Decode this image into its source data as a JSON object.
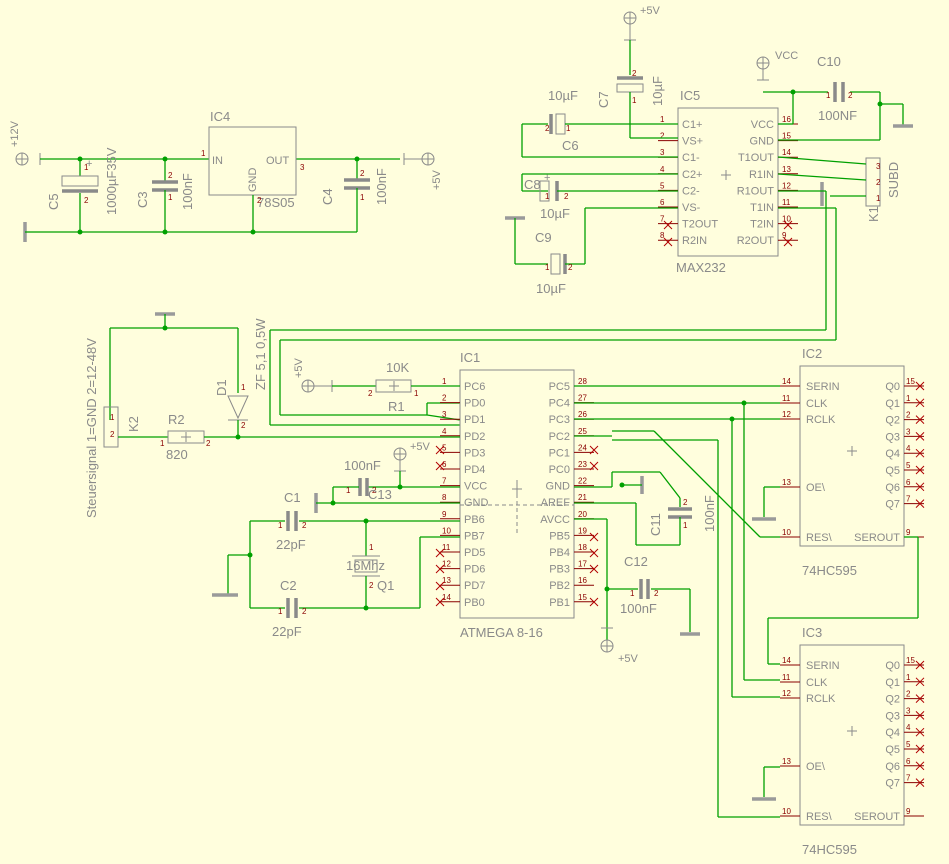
{
  "parts": {
    "ic1": {
      "name": "IC1",
      "value": "ATMEGA 8-16"
    },
    "ic2": {
      "name": "IC2",
      "value": "74HC595"
    },
    "ic3": {
      "name": "IC3",
      "value": "74HC595"
    },
    "ic4": {
      "name": "IC4",
      "value": "78S05"
    },
    "ic5": {
      "name": "IC5",
      "value": "MAX232"
    },
    "c1": {
      "name": "C1",
      "value": "22pF"
    },
    "c2": {
      "name": "C2",
      "value": "22pF"
    },
    "c3": {
      "name": "C3",
      "value": "100nF"
    },
    "c4": {
      "name": "C4",
      "value": "100nF"
    },
    "c5": {
      "name": "C5",
      "value": "1000µF35V"
    },
    "c6": {
      "name": "C6",
      "value": "10µF"
    },
    "c7": {
      "name": "C7",
      "value": "10µF"
    },
    "c8": {
      "name": "C8",
      "value": "10µF"
    },
    "c9": {
      "name": "C9",
      "value": "10µF"
    },
    "c10": {
      "name": "C10",
      "value": "100NF"
    },
    "c11": {
      "name": "C11",
      "value": "100nF"
    },
    "c12": {
      "name": "C12",
      "value": "100nF"
    },
    "c13": {
      "name": "C13",
      "value": "100nF"
    },
    "r1": {
      "name": "R1",
      "value": "10K"
    },
    "r2": {
      "name": "R2",
      "value": "820"
    },
    "d1": {
      "name": "D1",
      "value": "ZF 5,1 0,5W"
    },
    "q1": {
      "name": "Q1",
      "value": "16Mhz"
    },
    "k1": {
      "name": "K1",
      "value": "SUBD"
    },
    "k2": {
      "name": "K2",
      "value": "Steuersignal 1=GND 2=12-48V"
    }
  },
  "supplies": {
    "p12v": "+12V",
    "p5v": "+5V",
    "vcc": "VCC"
  },
  "pins": {
    "ic4": {
      "in": "IN",
      "out": "OUT",
      "gnd": "GND"
    },
    "ic1_left": [
      "PC6",
      "PD0",
      "PD1",
      "PD2",
      "PD3",
      "PD4",
      "VCC",
      "GND",
      "PB6",
      "PB7",
      "PD5",
      "PD6",
      "PD7",
      "PB0"
    ],
    "ic1_left_nums": [
      "1",
      "2",
      "3",
      "4",
      "5",
      "6",
      "7",
      "8",
      "9",
      "10",
      "11",
      "12",
      "13",
      "14"
    ],
    "ic1_right": [
      "PC5",
      "PC4",
      "PC3",
      "PC2",
      "PC1",
      "PC0",
      "GND",
      "AREF",
      "AVCC",
      "PB5",
      "PB4",
      "PB3",
      "PB2",
      "PB1"
    ],
    "ic1_right_nums": [
      "28",
      "27",
      "26",
      "25",
      "24",
      "23",
      "22",
      "21",
      "20",
      "19",
      "18",
      "17",
      "16",
      "15"
    ],
    "ic5_left": [
      "C1+",
      "VS+",
      "C1-",
      "C2+",
      "C2-",
      "VS-",
      "T2OUT",
      "R2IN"
    ],
    "ic5_left_nums": [
      "1",
      "2",
      "3",
      "4",
      "5",
      "6",
      "7",
      "8"
    ],
    "ic5_right": [
      "VCC",
      "GND",
      "T1OUT",
      "R1IN",
      "R1OUT",
      "T1IN",
      "T2IN",
      "R2OUT"
    ],
    "ic5_right_nums": [
      "16",
      "15",
      "14",
      "13",
      "12",
      "11",
      "10",
      "9"
    ],
    "hc595_left": [
      "SERIN",
      "CLK",
      "RCLK",
      "OE\\",
      "RES\\"
    ],
    "hc595_left_nums": [
      "14",
      "11",
      "12",
      "13",
      "10"
    ],
    "hc595_right": [
      "Q0",
      "Q1",
      "Q2",
      "Q3",
      "Q4",
      "Q5",
      "Q6",
      "Q7",
      "SEROUT"
    ],
    "hc595_right_nums": [
      "15",
      "1",
      "2",
      "3",
      "4",
      "5",
      "6",
      "7",
      "9"
    ]
  }
}
